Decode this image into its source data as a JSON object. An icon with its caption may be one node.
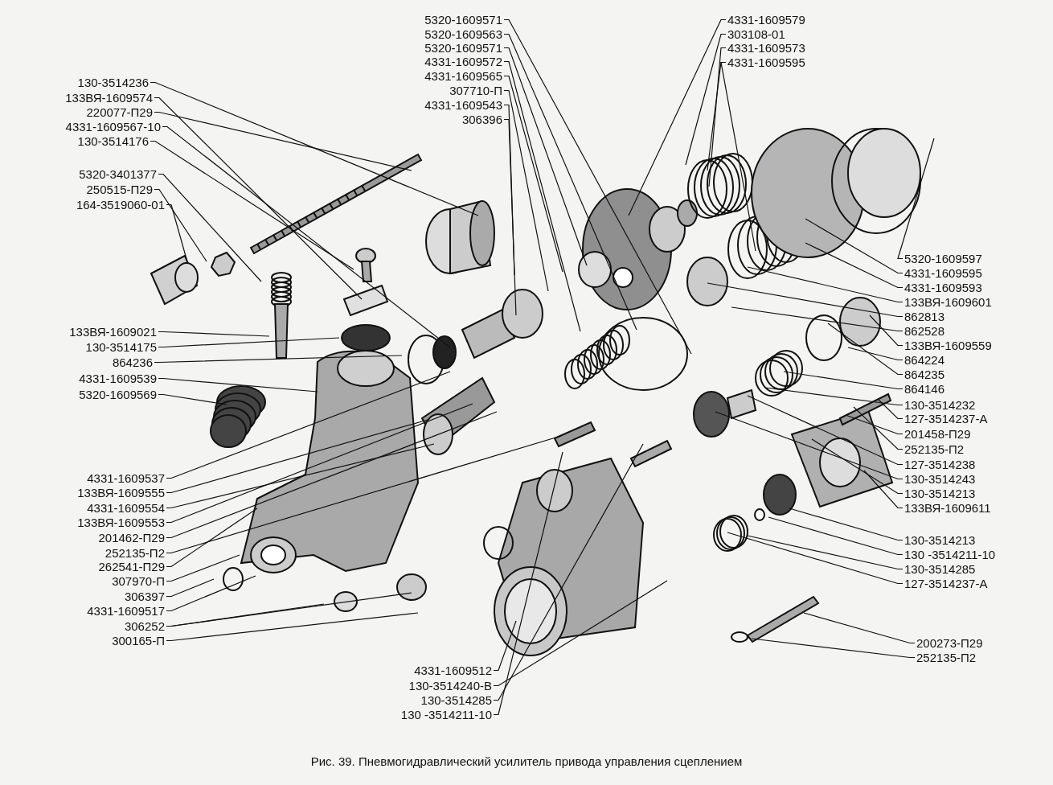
{
  "diagram": {
    "caption": "Рис. 39. Пневмогидравлический усилитель привода управления сцеплением",
    "nodes": [
      {
        "text": [
          "130-3514236"
        ]
      },
      {
        "text": [
          "133ВЯ-1609574"
        ]
      },
      {
        "text": [
          "220077-П29"
        ]
      },
      {
        "text": [
          "4331-1609567-10"
        ]
      },
      {
        "text": [
          "130-3514176"
        ]
      },
      {
        "text": [
          "5320-3401377"
        ]
      },
      {
        "text": [
          "250515-П29"
        ]
      },
      {
        "text": [
          "164-3519060-01"
        ]
      },
      {
        "text": [
          "133ВЯ-1609021"
        ]
      },
      {
        "text": [
          "130-3514175"
        ]
      },
      {
        "text": [
          "864236"
        ]
      },
      {
        "text": [
          "4331-1609539"
        ]
      },
      {
        "text": [
          "5320-1609569"
        ]
      },
      {
        "text": [
          "4331-1609537"
        ]
      },
      {
        "text": [
          "133ВЯ-1609555"
        ]
      },
      {
        "text": [
          "4331-1609554"
        ]
      },
      {
        "text": [
          "133ВЯ-1609553"
        ]
      },
      {
        "text": [
          "201462-П29"
        ]
      },
      {
        "text": [
          "252135-П2"
        ]
      },
      {
        "text": [
          "262541-П29"
        ]
      },
      {
        "text": [
          "307970-П"
        ]
      },
      {
        "text": [
          "306397"
        ]
      },
      {
        "text": [
          "4331-1609517"
        ]
      },
      {
        "text": [
          "306252"
        ]
      },
      {
        "text": [
          "300165-П"
        ]
      },
      {
        "text": [
          "5320-1609571"
        ]
      },
      {
        "text": [
          "5320-1609563"
        ]
      },
      {
        "text": [
          "5320-1609571"
        ]
      },
      {
        "text": [
          "4331-1609572"
        ]
      },
      {
        "text": [
          "4331-1609565"
        ]
      },
      {
        "text": [
          "307710-П"
        ]
      },
      {
        "text": [
          "4331-1609543"
        ]
      },
      {
        "text": [
          "306396"
        ]
      },
      {
        "text": [
          "4331-1609579"
        ]
      },
      {
        "text": [
          "303108-01"
        ]
      },
      {
        "text": [
          "4331-1609573"
        ]
      },
      {
        "text": [
          "4331-1609595"
        ]
      },
      {
        "text": [
          "5320-1609597"
        ]
      },
      {
        "text": [
          "4331-1609595"
        ]
      },
      {
        "text": [
          "4331-1609593"
        ]
      },
      {
        "text": [
          "133ВЯ-1609601"
        ]
      },
      {
        "text": [
          "862813"
        ]
      },
      {
        "text": [
          "862528"
        ]
      },
      {
        "text": [
          "133ВЯ-1609559"
        ]
      },
      {
        "text": [
          "864224"
        ]
      },
      {
        "text": [
          "864235"
        ]
      },
      {
        "text": [
          "864146"
        ]
      },
      {
        "text": [
          "130-3514232"
        ]
      },
      {
        "text": [
          "127-3514237-А"
        ]
      },
      {
        "text": [
          "201458-П29"
        ]
      },
      {
        "text": [
          "252135-П2"
        ]
      },
      {
        "text": [
          "127-3514238"
        ]
      },
      {
        "text": [
          "130-3514243"
        ]
      },
      {
        "text": [
          "130-3514213"
        ]
      },
      {
        "text": [
          "133ВЯ-1609611"
        ]
      },
      {
        "text": [
          "130-3514213"
        ]
      },
      {
        "text": [
          "130 -3514211-10"
        ]
      },
      {
        "text": [
          "130-3514285"
        ]
      },
      {
        "text": [
          "127-3514237-А"
        ]
      },
      {
        "text": [
          "200273-П29"
        ]
      },
      {
        "text": [
          "252135-П2"
        ]
      },
      {
        "text": [
          "4331-1609512"
        ]
      },
      {
        "text": [
          "130-3514240-В"
        ]
      },
      {
        "text": [
          "130-3514285"
        ]
      },
      {
        "text": [
          "130 -3514211-10"
        ]
      }
    ],
    "edges": [
      {
        "from": 0,
        "to": null,
        "arrow": "none"
      },
      {
        "from": 1,
        "to": null,
        "arrow": "none"
      },
      {
        "from": 2,
        "to": null,
        "arrow": "none"
      },
      {
        "from": 3,
        "to": null,
        "arrow": "none"
      },
      {
        "from": 4,
        "to": null,
        "arrow": "none"
      },
      {
        "from": 5,
        "to": null,
        "arrow": "none"
      },
      {
        "from": 6,
        "to": null,
        "arrow": "none"
      },
      {
        "from": 7,
        "to": null,
        "arrow": "none"
      },
      {
        "from": 8,
        "to": null,
        "arrow": "none"
      },
      {
        "from": 9,
        "to": null,
        "arrow": "none"
      },
      {
        "from": 10,
        "to": null,
        "arrow": "none"
      },
      {
        "from": 11,
        "to": null,
        "arrow": "none"
      },
      {
        "from": 12,
        "to": null,
        "arrow": "none"
      },
      {
        "from": 13,
        "to": null,
        "arrow": "none"
      },
      {
        "from": 14,
        "to": null,
        "arrow": "none"
      },
      {
        "from": 15,
        "to": null,
        "arrow": "none"
      },
      {
        "from": 16,
        "to": null,
        "arrow": "none"
      },
      {
        "from": 17,
        "to": null,
        "arrow": "none"
      },
      {
        "from": 18,
        "to": null,
        "arrow": "none"
      },
      {
        "from": 19,
        "to": null,
        "arrow": "none"
      },
      {
        "from": 20,
        "to": null,
        "arrow": "none"
      },
      {
        "from": 21,
        "to": null,
        "arrow": "none"
      },
      {
        "from": 22,
        "to": null,
        "arrow": "none"
      },
      {
        "from": 23,
        "to": null,
        "arrow": "none"
      },
      {
        "from": 24,
        "to": null,
        "arrow": "none"
      },
      {
        "from": 25,
        "to": null,
        "arrow": "none"
      },
      {
        "from": 26,
        "to": null,
        "arrow": "none"
      },
      {
        "from": 27,
        "to": null,
        "arrow": "none"
      },
      {
        "from": 28,
        "to": null,
        "arrow": "none"
      },
      {
        "from": 29,
        "to": null,
        "arrow": "none"
      },
      {
        "from": 30,
        "to": null,
        "arrow": "none"
      },
      {
        "from": 31,
        "to": null,
        "arrow": "none"
      },
      {
        "from": 32,
        "to": null,
        "arrow": "none"
      },
      {
        "from": 33,
        "to": null,
        "arrow": "none"
      },
      {
        "from": 34,
        "to": null,
        "arrow": "none"
      },
      {
        "from": 35,
        "to": null,
        "arrow": "none"
      },
      {
        "from": 36,
        "to": null,
        "arrow": "none"
      },
      {
        "from": 37,
        "to": null,
        "arrow": "none"
      },
      {
        "from": 38,
        "to": null,
        "arrow": "none"
      },
      {
        "from": 39,
        "to": null,
        "arrow": "none"
      },
      {
        "from": 40,
        "to": null,
        "arrow": "none"
      },
      {
        "from": 41,
        "to": null,
        "arrow": "none"
      },
      {
        "from": 42,
        "to": null,
        "arrow": "none"
      },
      {
        "from": 43,
        "to": null,
        "arrow": "none"
      },
      {
        "from": 44,
        "to": null,
        "arrow": "none"
      },
      {
        "from": 45,
        "to": null,
        "arrow": "none"
      },
      {
        "from": 46,
        "to": null,
        "arrow": "none"
      },
      {
        "from": 47,
        "to": null,
        "arrow": "none"
      },
      {
        "from": 48,
        "to": null,
        "arrow": "none"
      },
      {
        "from": 49,
        "to": null,
        "arrow": "none"
      },
      {
        "from": 50,
        "to": null,
        "arrow": "none"
      },
      {
        "from": 51,
        "to": null,
        "arrow": "none"
      },
      {
        "from": 52,
        "to": null,
        "arrow": "none"
      },
      {
        "from": 53,
        "to": null,
        "arrow": "none"
      },
      {
        "from": 54,
        "to": null,
        "arrow": "none"
      },
      {
        "from": 55,
        "to": null,
        "arrow": "none"
      },
      {
        "from": 56,
        "to": null,
        "arrow": "none"
      },
      {
        "from": 57,
        "to": null,
        "arrow": "none"
      },
      {
        "from": 58,
        "to": null,
        "arrow": "none"
      },
      {
        "from": 59,
        "to": null,
        "arrow": "none"
      },
      {
        "from": 60,
        "to": null,
        "arrow": "none"
      },
      {
        "from": 61,
        "to": null,
        "arrow": "none"
      },
      {
        "from": 62,
        "to": null,
        "arrow": "none"
      },
      {
        "from": 63,
        "to": null,
        "arrow": "none"
      },
      {
        "from": 64,
        "to": null,
        "arrow": "none"
      },
      {
        "from": 23,
        "to": null,
        "arrow": "none"
      },
      {
        "from": 36,
        "to": null,
        "arrow": "none"
      }
    ]
  }
}
